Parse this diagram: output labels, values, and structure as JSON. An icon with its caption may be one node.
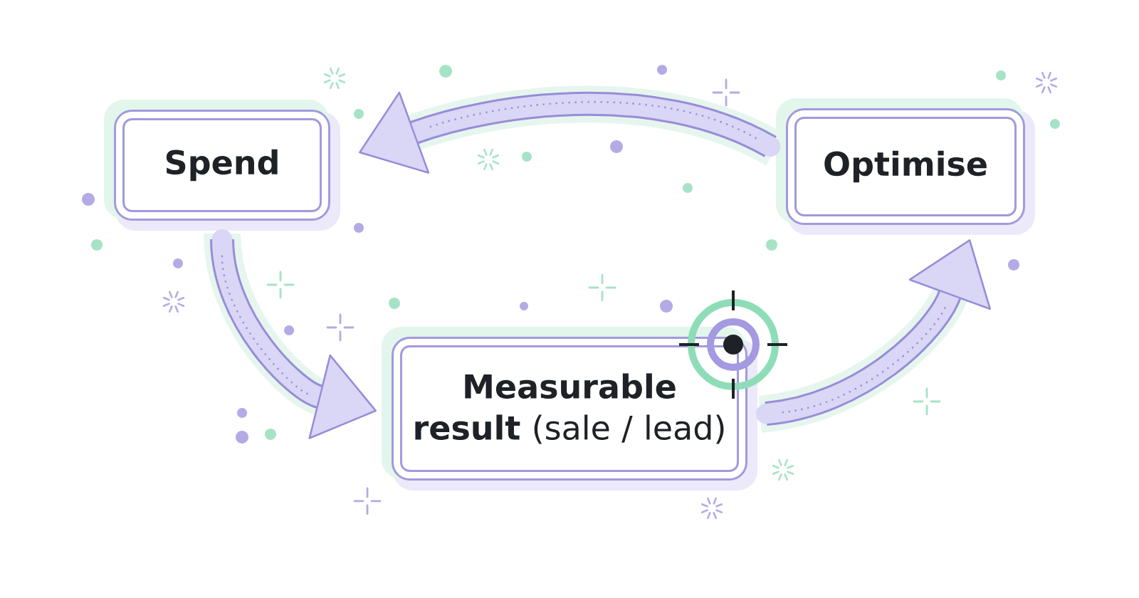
{
  "diagram": {
    "nodes": [
      {
        "text": [
          "Spend"
        ]
      },
      {
        "text": [
          "Optimise"
        ]
      },
      {
        "text": [
          "**Measurable result** (sale / lead)"
        ]
      }
    ],
    "edges": [
      {
        "from": 0,
        "to": 2,
        "arrow": "to"
      },
      {
        "from": 2,
        "to": 1,
        "arrow": "to"
      },
      {
        "from": 1,
        "to": 0,
        "arrow": "to"
      }
    ]
  }
}
